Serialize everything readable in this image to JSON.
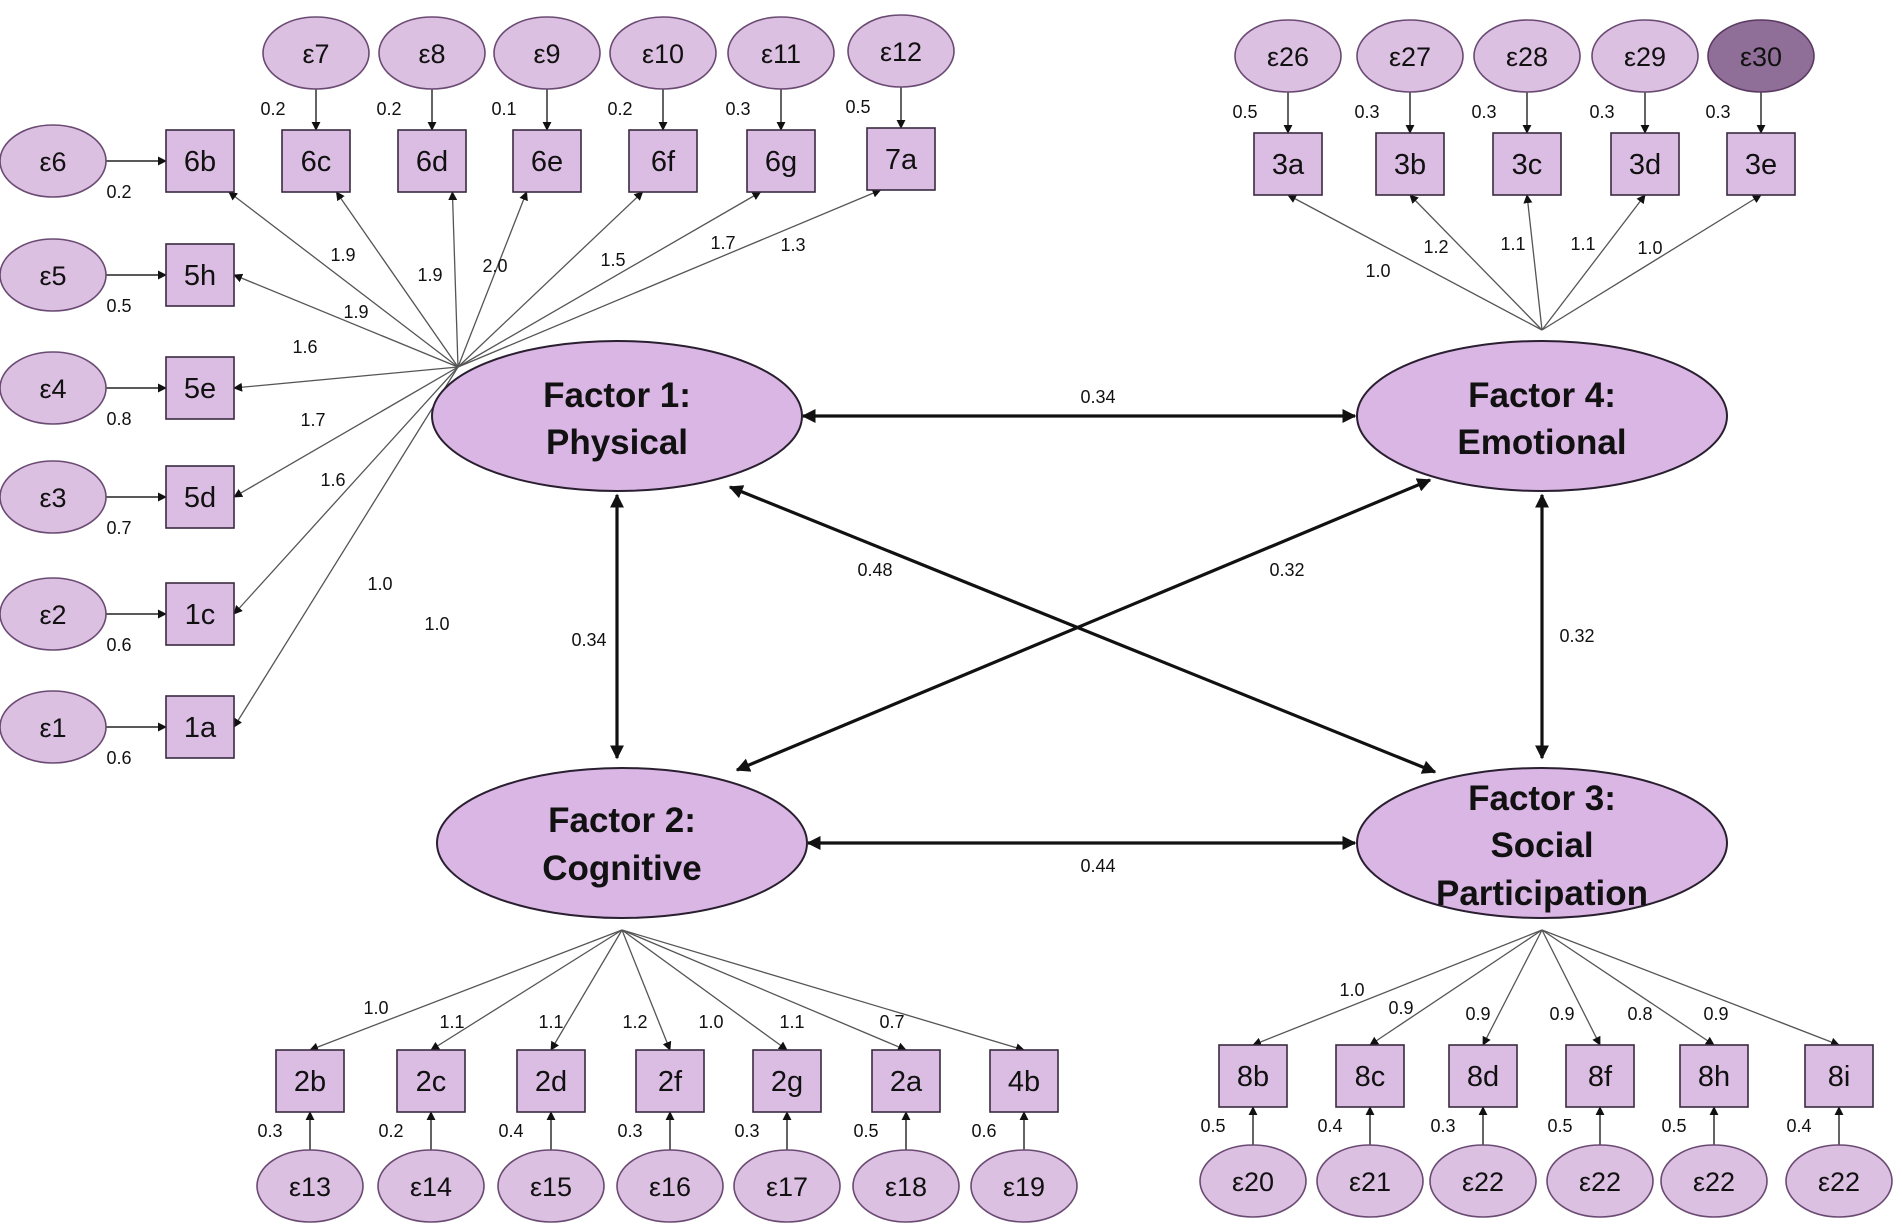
{
  "factors": [
    {
      "id": "F1",
      "lines": [
        "Factor 1:",
        "Physical"
      ]
    },
    {
      "id": "F2",
      "lines": [
        "Factor 2:",
        "Cognitive"
      ]
    },
    {
      "id": "F3",
      "lines": [
        "Factor 3:",
        "Social",
        "Participation"
      ]
    },
    {
      "id": "F4",
      "lines": [
        "Factor 4:",
        "Emotional"
      ]
    }
  ],
  "items": [
    {
      "label": "1a",
      "factor": "F1",
      "loading": "1.0",
      "error": "ε1",
      "variance": "0.6"
    },
    {
      "label": "1c",
      "factor": "F1",
      "loading": "1.0",
      "error": "ε2",
      "variance": "0.6"
    },
    {
      "label": "5d",
      "factor": "F1",
      "loading": "1.6",
      "error": "ε3",
      "variance": "0.7"
    },
    {
      "label": "5e",
      "factor": "F1",
      "loading": "1.7",
      "error": "ε4",
      "variance": "0.8"
    },
    {
      "label": "5h",
      "factor": "F1",
      "loading": "1.6",
      "error": "ε5",
      "variance": "0.5"
    },
    {
      "label": "6b",
      "factor": "F1",
      "loading": "1.9",
      "error": "ε6",
      "variance": "0.2"
    },
    {
      "label": "6c",
      "factor": "F1",
      "loading": "1.9",
      "error": "ε7",
      "variance": "0.2"
    },
    {
      "label": "6d",
      "factor": "F1",
      "loading": "1.9",
      "error": "ε8",
      "variance": "0.2"
    },
    {
      "label": "6e",
      "factor": "F1",
      "loading": "2.0",
      "error": "ε9",
      "variance": "0.1"
    },
    {
      "label": "6f",
      "factor": "F1",
      "loading": "1.5",
      "error": "ε10",
      "variance": "0.2"
    },
    {
      "label": "6g",
      "factor": "F1",
      "loading": "1.7",
      "error": "ε11",
      "variance": "0.3"
    },
    {
      "label": "7a",
      "factor": "F1",
      "loading": "1.3",
      "error": "ε12",
      "variance": "0.5"
    },
    {
      "label": "2b",
      "factor": "F2",
      "loading": "1.0",
      "error": "ε13",
      "variance": "0.3"
    },
    {
      "label": "2c",
      "factor": "F2",
      "loading": "1.1",
      "error": "ε14",
      "variance": "0.2"
    },
    {
      "label": "2d",
      "factor": "F2",
      "loading": "1.1",
      "error": "ε15",
      "variance": "0.4"
    },
    {
      "label": "2f",
      "factor": "F2",
      "loading": "1.2",
      "error": "ε16",
      "variance": "0.3"
    },
    {
      "label": "2g",
      "factor": "F2",
      "loading": "1.0",
      "error": "ε17",
      "variance": "0.3"
    },
    {
      "label": "2a",
      "factor": "F2",
      "loading": "1.1",
      "error": "ε18",
      "variance": "0.5"
    },
    {
      "label": "4b",
      "factor": "F2",
      "loading": "0.7",
      "error": "ε19",
      "variance": "0.6"
    },
    {
      "label": "8b",
      "factor": "F3",
      "loading": "1.0",
      "error": "ε20",
      "variance": "0.5"
    },
    {
      "label": "8c",
      "factor": "F3",
      "loading": "0.9",
      "error": "ε21",
      "variance": "0.4"
    },
    {
      "label": "8d",
      "factor": "F3",
      "loading": "0.9",
      "error": "ε22",
      "variance": "0.3"
    },
    {
      "label": "8f",
      "factor": "F3",
      "loading": "0.9",
      "error": "ε22",
      "variance": "0.5"
    },
    {
      "label": "8h",
      "factor": "F3",
      "loading": "0.8",
      "error": "ε22",
      "variance": "0.5"
    },
    {
      "label": "8i",
      "factor": "F3",
      "loading": "0.9",
      "error": "ε22",
      "variance": "0.4"
    },
    {
      "label": "3a",
      "factor": "F4",
      "loading": "1.0",
      "error": "ε26",
      "variance": "0.5"
    },
    {
      "label": "3b",
      "factor": "F4",
      "loading": "1.2",
      "error": "ε27",
      "variance": "0.3"
    },
    {
      "label": "3c",
      "factor": "F4",
      "loading": "1.1",
      "error": "ε28",
      "variance": "0.3"
    },
    {
      "label": "3d",
      "factor": "F4",
      "loading": "1.1",
      "error": "ε29",
      "variance": "0.3"
    },
    {
      "label": "3e",
      "factor": "F4",
      "loading": "1.0",
      "error": "ε30",
      "variance": "0.3",
      "dark": true
    }
  ],
  "correlations": [
    {
      "from": "F1",
      "to": "F4",
      "value": "0.34"
    },
    {
      "from": "F1",
      "to": "F2",
      "value": "0.34"
    },
    {
      "from": "F1",
      "to": "F3",
      "value": "0.48"
    },
    {
      "from": "F2",
      "to": "F4",
      "value": "0.32"
    },
    {
      "from": "F4",
      "to": "F3",
      "value": "0.32"
    },
    {
      "from": "F2",
      "to": "F3",
      "value": "0.44"
    }
  ],
  "colors": {
    "node_fill": "#dbbde3",
    "factor_fill": "#dab6e4",
    "error_fill": "#dcc0e2",
    "error_dark_fill": "#8f6f98"
  }
}
